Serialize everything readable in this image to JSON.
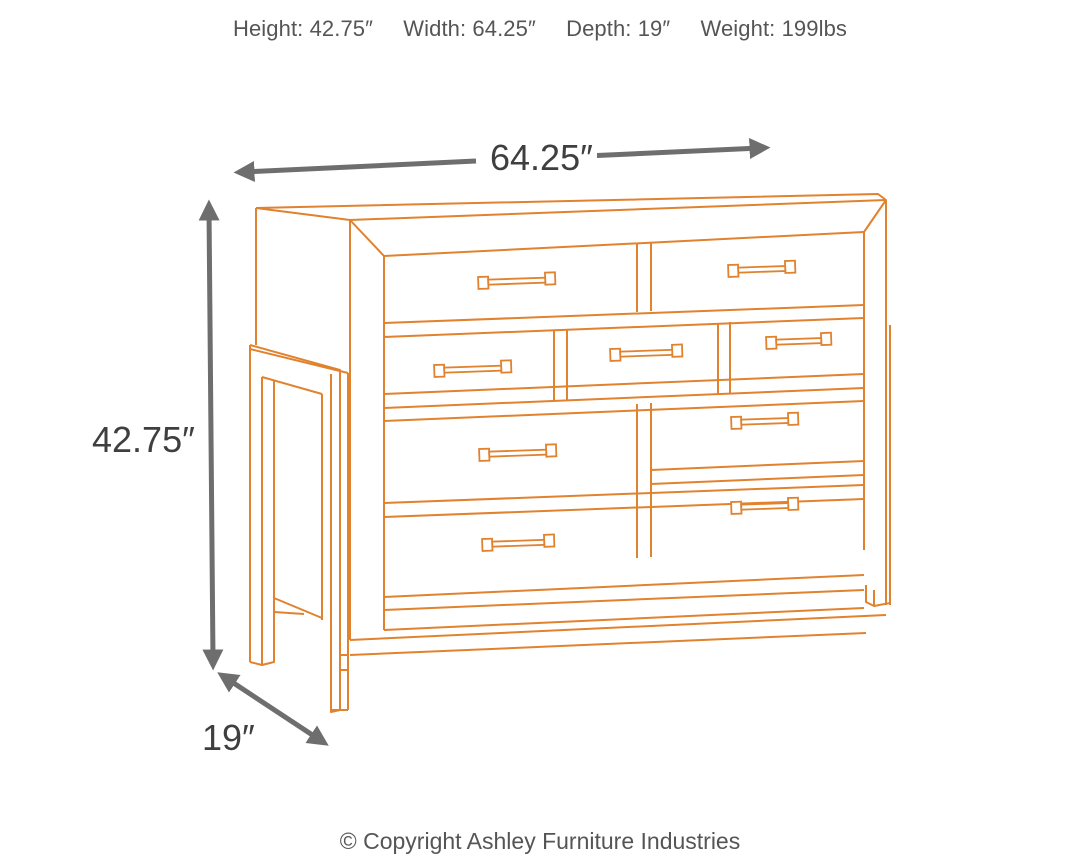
{
  "specs": {
    "height": "Height: 42.75″",
    "width": "Width: 64.25″",
    "depth": "Depth: 19″",
    "weight": "Weight: 199lbs"
  },
  "dimensions": {
    "width_label": "64.25″",
    "height_label": "42.75″",
    "depth_label": "19″"
  },
  "product": {
    "type": "dresser",
    "drawer_count": 9,
    "drawer_layout": "2 top, 3 middle, 2 + 2 bottom",
    "line_color": "#E0822E",
    "arrow_color": "#6E6E6E"
  },
  "footer": {
    "copyright": "© Copyright Ashley Furniture Industries"
  }
}
